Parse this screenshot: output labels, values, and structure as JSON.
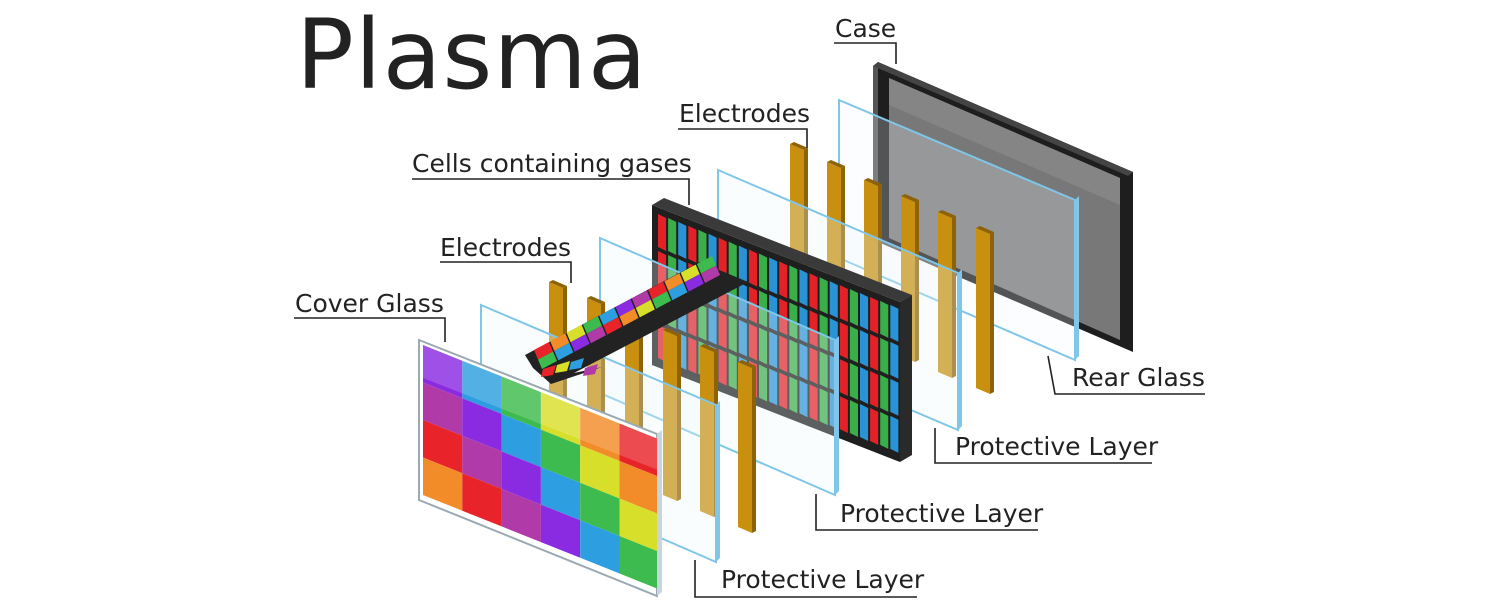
{
  "title": "Plasma",
  "labels": {
    "case": "Case",
    "electrodes_rear": "Electrodes",
    "cells": "Cells containing gases",
    "electrodes_front": "Electrodes",
    "cover_glass": "Cover Glass",
    "rear_glass": "Rear Glass",
    "protective_layer_rear": "Protective Layer",
    "protective_layer_middle": "Protective Layer",
    "protective_layer_front": "Protective Layer"
  },
  "colors": {
    "electrode": "#c8900e",
    "electrode_dark": "#8d6208",
    "glass_edge": "#7fc6e8",
    "cell_red": "#e32227",
    "cell_green": "#3aae48",
    "cell_blue": "#2a93d6",
    "case_frame": "#202020",
    "case_screen": "#7a7a7a",
    "leader_line": "#222222"
  },
  "cover_glass_palette": [
    [
      "#8a2be2",
      "#2d9fe0",
      "#3dbb4e",
      "#d8df2a",
      "#f28c28",
      "#e8242a"
    ],
    [
      "#b03aa8",
      "#8a2be2",
      "#2d9fe0",
      "#3dbb4e",
      "#d8df2a",
      "#f28c28"
    ],
    [
      "#e8242a",
      "#b03aa8",
      "#8a2be2",
      "#2d9fe0",
      "#3dbb4e",
      "#d8df2a"
    ],
    [
      "#f28c28",
      "#e8242a",
      "#b03aa8",
      "#8a2be2",
      "#2d9fe0",
      "#3dbb4e"
    ]
  ]
}
